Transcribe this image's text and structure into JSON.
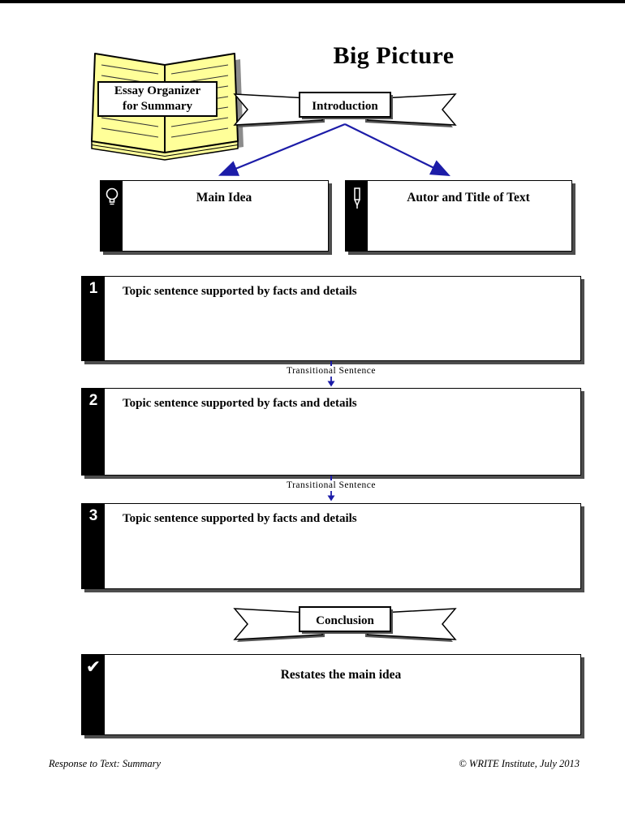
{
  "document": {
    "title": "Big Picture",
    "book_label": {
      "line1": "Essay Organizer",
      "line2": "for Summary"
    },
    "banners": {
      "introduction": "Introduction",
      "conclusion": "Conclusion"
    },
    "idea_boxes": [
      {
        "icon": "lightbulb-icon",
        "label": "Main Idea"
      },
      {
        "icon": "pen-icon",
        "label": "Autor and Title of Text"
      }
    ],
    "topic_boxes": [
      {
        "number": "1",
        "label": "Topic sentence supported by facts and details"
      },
      {
        "number": "2",
        "label": "Topic sentence supported by facts and details"
      },
      {
        "number": "3",
        "label": "Topic sentence supported by facts and details"
      }
    ],
    "transitions": [
      {
        "label": "Transitional Sentence"
      },
      {
        "label": "Transitional Sentence"
      }
    ],
    "conclusion_box": {
      "icon": "check-icon",
      "glyph": "✔",
      "label": "Restates the main idea"
    },
    "footer": {
      "left": "Response to Text: Summary",
      "right": "© WRITE Institute, July 2013"
    }
  },
  "icons": [
    "open-book-icon",
    "lightbulb-icon",
    "pen-icon",
    "check-icon",
    "arrow-down-icon"
  ],
  "colors": {
    "page_background": "#ffffff",
    "book_pages": "#ffff99",
    "arrow_blue": "#1c1ca8",
    "bar_black": "#000000",
    "shadow_gray": "#4d4d4d"
  }
}
